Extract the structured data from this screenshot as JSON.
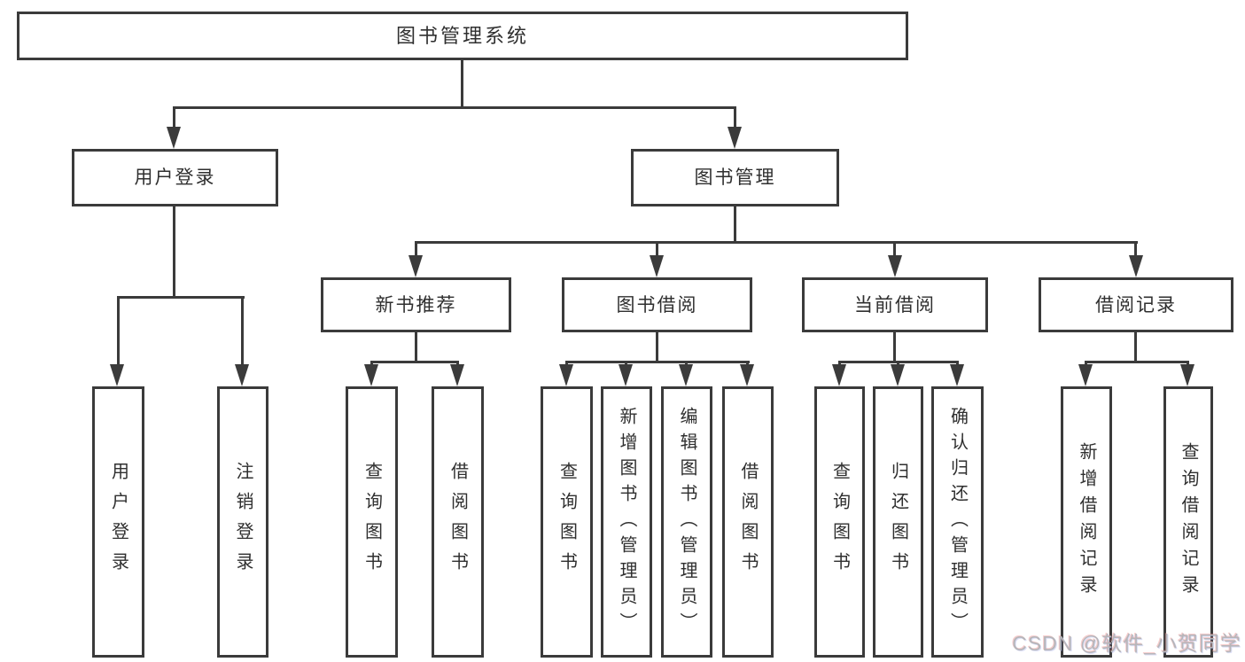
{
  "diagram": {
    "title": "图书管理系统",
    "root": {
      "label": "图书管理系统"
    },
    "l2": [
      {
        "label": "用户登录"
      },
      {
        "label": "图书管理"
      }
    ],
    "l3": [
      {
        "label": "新书推荐"
      },
      {
        "label": "图书借阅"
      },
      {
        "label": "当前借阅"
      },
      {
        "label": "借阅记录"
      }
    ],
    "leaves": [
      {
        "label": "用户登录",
        "parent": "用户登录"
      },
      {
        "label": "注销登录",
        "parent": "用户登录"
      },
      {
        "label": "查询图书",
        "parent": "新书推荐"
      },
      {
        "label": "借阅图书",
        "parent": "新书推荐"
      },
      {
        "label": "查询图书",
        "parent": "图书借阅"
      },
      {
        "label": "新增图书（管理员）",
        "parent": "图书借阅"
      },
      {
        "label": "编辑图书（管理员）",
        "parent": "图书借阅"
      },
      {
        "label": "借阅图书",
        "parent": "图书借阅"
      },
      {
        "label": "查询图书",
        "parent": "当前借阅"
      },
      {
        "label": "归还图书",
        "parent": "当前借阅"
      },
      {
        "label": "确认归还（管理员）",
        "parent": "当前借阅"
      },
      {
        "label": "新增借阅记录",
        "parent": "借阅记录"
      },
      {
        "label": "查询借阅记录",
        "parent": "借阅记录"
      }
    ],
    "colors": {
      "line": "#3b3b3b",
      "box_border": "#3b3b3b",
      "text": "#2f2f2f",
      "background": "#ffffff",
      "watermark": "#b6b6ba"
    }
  },
  "watermark": {
    "text": "CSDN @软件_小贺同学"
  }
}
